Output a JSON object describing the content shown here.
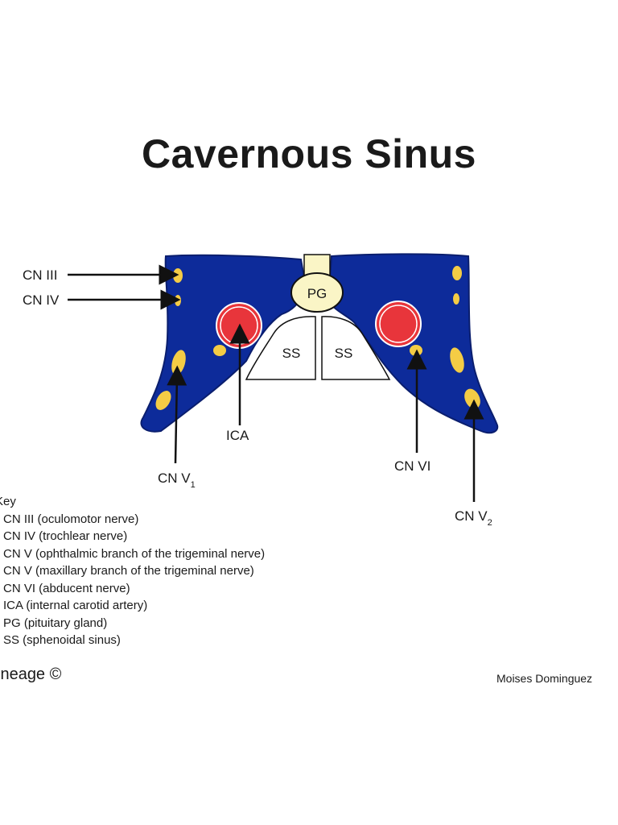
{
  "title": "Cavernous Sinus",
  "colors": {
    "sinus": "#0d2b9a",
    "nerve": "#f4cc45",
    "artery": "#e8353b",
    "gland": "#faf5c6",
    "outline": "#111111"
  },
  "labels": {
    "pg": "PG",
    "ss_left": "SS",
    "ss_right": "SS",
    "cn3": "CN III",
    "cn4": "CN IV",
    "cn5_1": "CN V",
    "cn5_1_sub": "1",
    "ica": "ICA",
    "cn6": "CN VI",
    "cn5_2": "CN V",
    "cn5_2_sub": "2"
  },
  "key": {
    "heading": "Key",
    "items": [
      "CN III (oculomotor nerve)",
      "CN IV (trochlear nerve)",
      "CN V  (ophthalmic branch of the trigeminal nerve)",
      "CN V  (maxillary branch of the trigeminal nerve)",
      "CN VI (abducent nerve)",
      "ICA (internal carotid artery)",
      "PG (pituitary gland)",
      "SS (sphenoidal sinus)"
    ]
  },
  "footer": {
    "left": "ineage ©",
    "right": "Moises Dominguez"
  }
}
